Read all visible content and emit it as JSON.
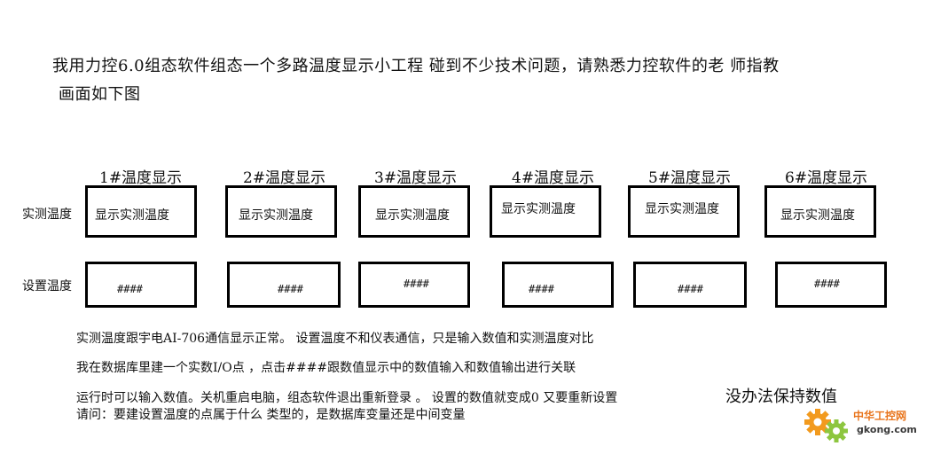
{
  "intro": {
    "line1": "我用力控6.0组态软件组态一个多路温度显示小工程  碰到不少技术问题，请熟悉力控软件的老    师指教",
    "line2": "画面如下图"
  },
  "row_labels": {
    "actual": "实测温度",
    "setpoint": "设置温度"
  },
  "channels": [
    {
      "title": "1#温度显示",
      "display": "显示实测温度",
      "setpoint": "####"
    },
    {
      "title": "2#温度显示",
      "display": "显示实测温度",
      "setpoint": "####"
    },
    {
      "title": "3#温度显示",
      "display": "显示实测温度",
      "setpoint": "####"
    },
    {
      "title": "4#温度显示",
      "display": "显示实测温度",
      "setpoint": "####"
    },
    {
      "title": "5#温度显示",
      "display": "显示实测温度",
      "setpoint": "####"
    },
    {
      "title": "6#温度显示",
      "display": "显示实测温度",
      "setpoint": "####"
    }
  ],
  "notes": {
    "n1": "实测温度跟宇电AI-706通信显示正常。  设置温度不和仪表通信，只是输入数值和实测温度对比",
    "n2": "我在数据库里建一个实数I/O点  ，点击####跟数值显示中的数值输入和数值输出进行关联",
    "n3": "运行时可以输入数值。关机重启电脑，组态软件退出重新登录  。  设置的数值就变成0 又要重新设置",
    "n3_big": "没办法保持数值",
    "n4": "请问：要建设置温度的点属于什么  类型的，是数据库变量还是中间变量"
  },
  "watermark": {
    "cn": "中华工控网",
    "url": "gkong.com",
    "colors": {
      "gear": "#f29a1e",
      "text": "#e8741b",
      "url": "#3a3a3a"
    }
  }
}
